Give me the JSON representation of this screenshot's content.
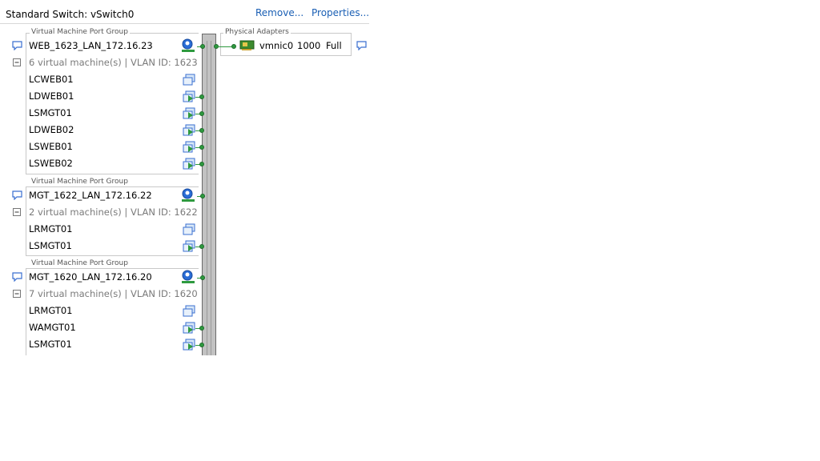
{
  "header": {
    "title": "Standard Switch: vSwitch0",
    "remove_label": "Remove...",
    "properties_label": "Properties..."
  },
  "port_groups": [
    {
      "caption": "Virtual Machine Port Group",
      "name": "WEB_1623_LAN_172.16.23",
      "summary": "6 virtual machine(s) | VLAN ID: 1623",
      "vms": [
        "LCWEB01",
        "LDWEB01",
        "LSMGT01",
        "LDWEB02",
        "LSWEB01",
        "LSWEB02"
      ]
    },
    {
      "caption": "Virtual Machine Port Group",
      "name": "MGT_1622_LAN_172.16.22",
      "summary": "2 virtual machine(s) | VLAN ID: 1622",
      "vms": [
        "LRMGT01",
        "LSMGT01"
      ]
    },
    {
      "caption": "Virtual Machine Port Group",
      "name": "MGT_1620_LAN_172.16.20",
      "summary": "7 virtual machine(s) | VLAN ID: 1620",
      "vms": [
        "LRMGT01",
        "WAMGT01",
        "LSMGT01"
      ]
    }
  ],
  "physical_adapters": {
    "caption": "Physical Adapters",
    "nic": {
      "name": "vmnic0",
      "speed": "1000",
      "duplex": "Full"
    }
  },
  "icons": {
    "comment": "comment-bubble-icon",
    "collapse": "collapse-minus-icon",
    "port_group": "port-group-network-icon",
    "vm_powered_on": "vm-powered-on-icon",
    "vm_powered_off": "vm-powered-off-icon",
    "nic": "network-adapter-card-icon"
  },
  "colors": {
    "link": "#1a5fb4",
    "connection": "#2e9a3f",
    "switch": "#c2c2c2"
  }
}
